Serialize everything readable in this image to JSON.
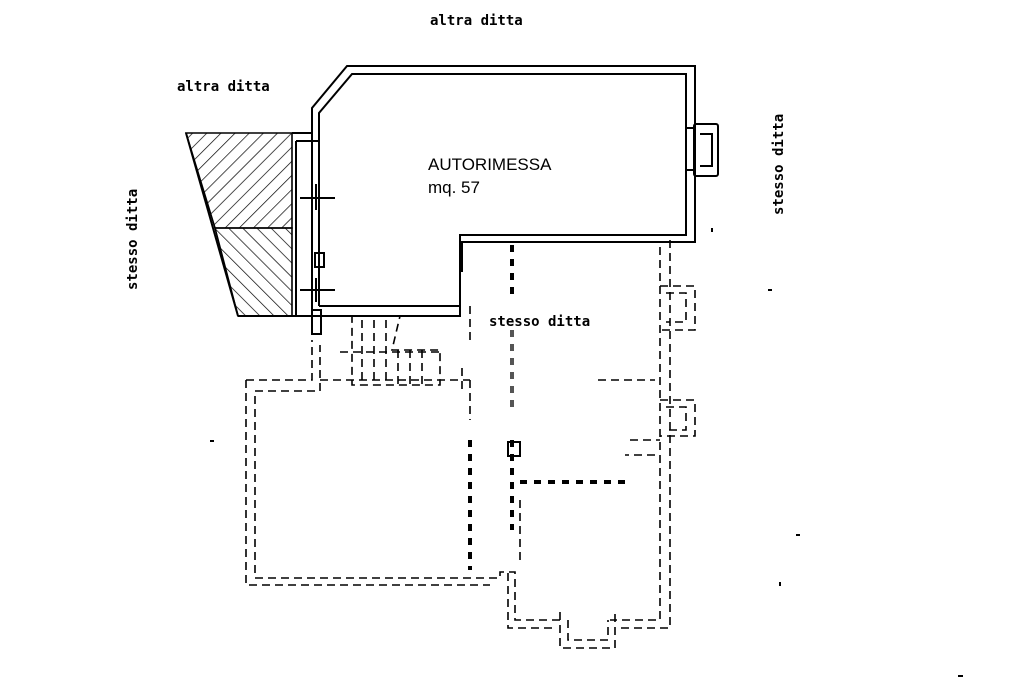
{
  "labels": {
    "top": "altra ditta",
    "top_left": "altra ditta",
    "left": "stesso ditta",
    "right": "stesso ditta",
    "middle": "stesso ditta"
  },
  "room": {
    "name": "AUTORIMESSA",
    "area": "mq. 57"
  }
}
